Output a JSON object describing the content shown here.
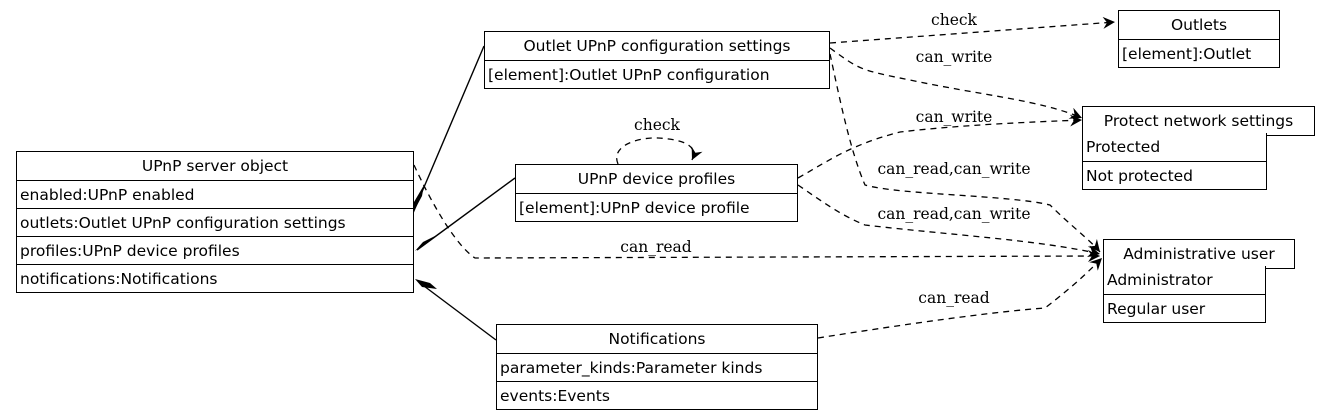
{
  "nodes": {
    "upnp_server": {
      "title": "UPnP server object",
      "attributes": [
        "enabled:UPnP enabled",
        "outlets:Outlet UPnP configuration settings",
        "profiles:UPnP device profiles",
        "notifications:Notifications"
      ]
    },
    "outlet_cfg": {
      "title": "Outlet UPnP configuration settings",
      "attributes": [
        "[element]:Outlet UPnP configuration"
      ]
    },
    "device_profiles": {
      "title": "UPnP device profiles",
      "attributes": [
        "[element]:UPnP device profile"
      ]
    },
    "notifications": {
      "title": "Notifications",
      "attributes": [
        "parameter_kinds:Parameter kinds",
        "events:Events"
      ]
    },
    "outlets": {
      "title": "Outlets",
      "attributes": [
        "[element]:Outlet"
      ]
    },
    "protect_net": {
      "title": "Protect network settings",
      "attributes": [
        "Protected",
        "Not protected"
      ]
    },
    "admin_user": {
      "title": "Administrative user",
      "attributes": [
        "Administrator",
        "Regular user"
      ]
    }
  },
  "edges": {
    "cfg_outlets": "check",
    "cfg_protect": "can_write",
    "cfg_admin": "can_read,can_write",
    "prof_self": "check",
    "prof_protect": "can_write",
    "prof_admin": "can_read,can_write",
    "server_admin": "can_read",
    "notif_admin": "can_read"
  }
}
